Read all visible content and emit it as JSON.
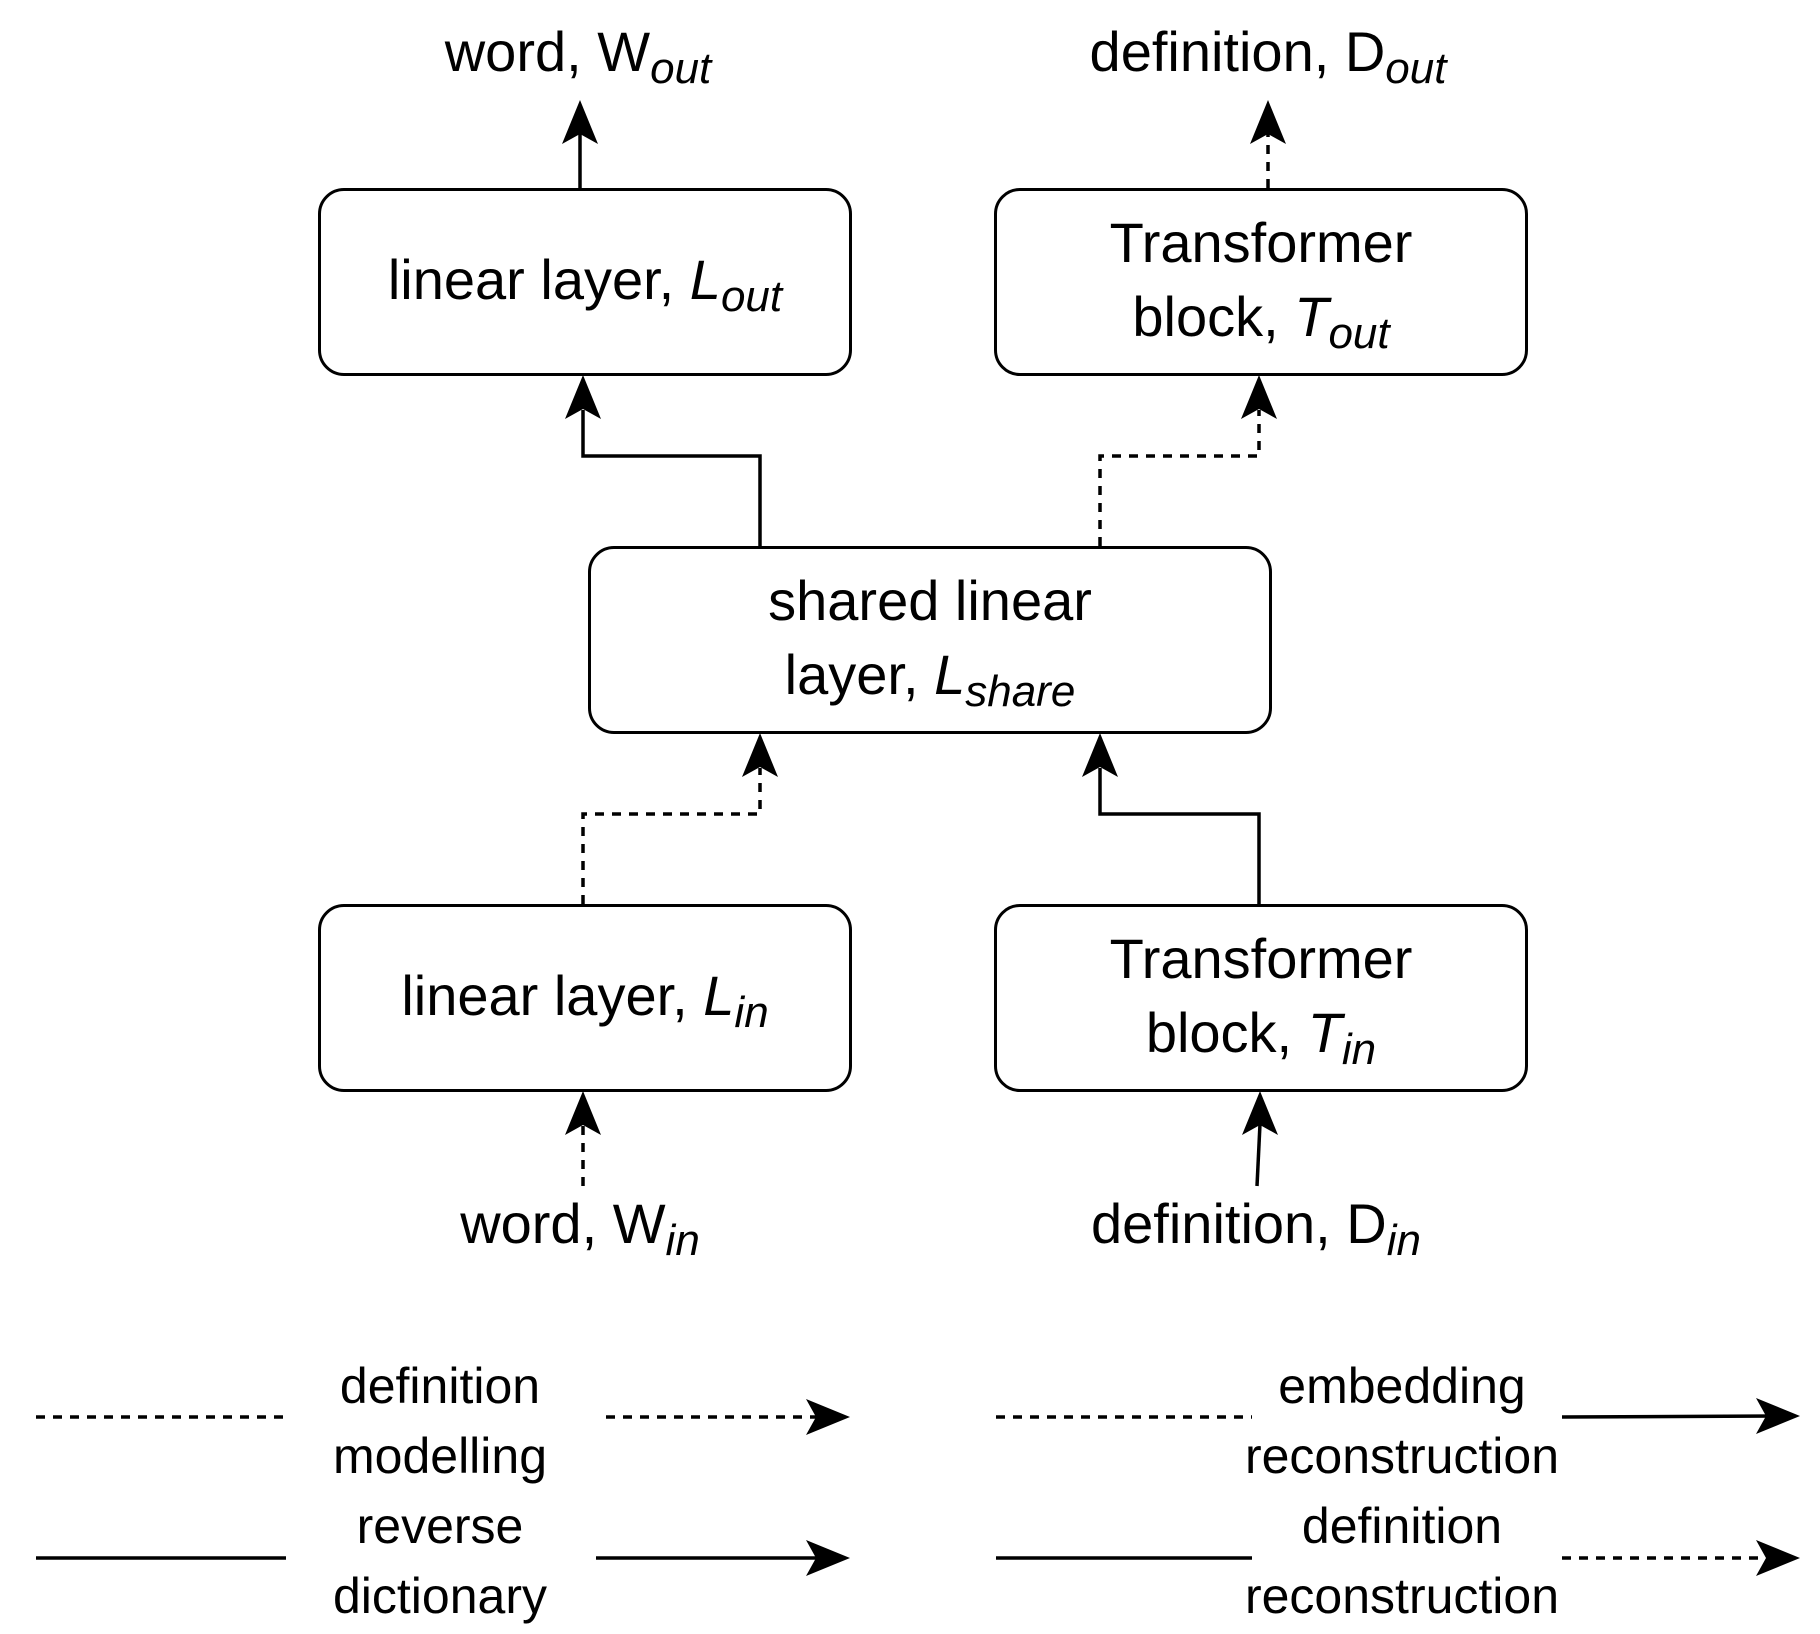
{
  "nodes": {
    "word_out": {
      "text": "word, W",
      "sub": "out"
    },
    "definition_out": {
      "text": "definition, D",
      "sub": "out"
    },
    "linear_out": {
      "line1_text": "linear layer, ",
      "var": "L",
      "sub": "out"
    },
    "transformer_out": {
      "line1": "Transformer",
      "line2_text": "block, ",
      "var": "T",
      "sub": "out"
    },
    "shared": {
      "line1": "shared linear",
      "line2_text": "layer, ",
      "var": "L",
      "sub": "share"
    },
    "linear_in": {
      "line1_text": "linear layer, ",
      "var": "L",
      "sub": "in"
    },
    "transformer_in": {
      "line1": "Transformer",
      "line2_text": "block, ",
      "var": "T",
      "sub": "in"
    },
    "word_in": {
      "text": "word, W",
      "sub": "in"
    },
    "definition_in": {
      "text": "definition, D",
      "sub": "in"
    }
  },
  "legend": [
    {
      "line1": "definition",
      "line2": "modelling",
      "input_style": "dashed",
      "output_style": "dashed"
    },
    {
      "line1": "embedding",
      "line2": "reconstruction",
      "input_style": "dashed",
      "output_style": "solid"
    },
    {
      "line1": "reverse",
      "line2": "dictionary",
      "input_style": "solid",
      "output_style": "solid"
    },
    {
      "line1": "definition",
      "line2": "reconstruction",
      "input_style": "solid",
      "output_style": "dashed"
    }
  ],
  "colors": {
    "stroke": "#000000",
    "background": "#ffffff"
  }
}
